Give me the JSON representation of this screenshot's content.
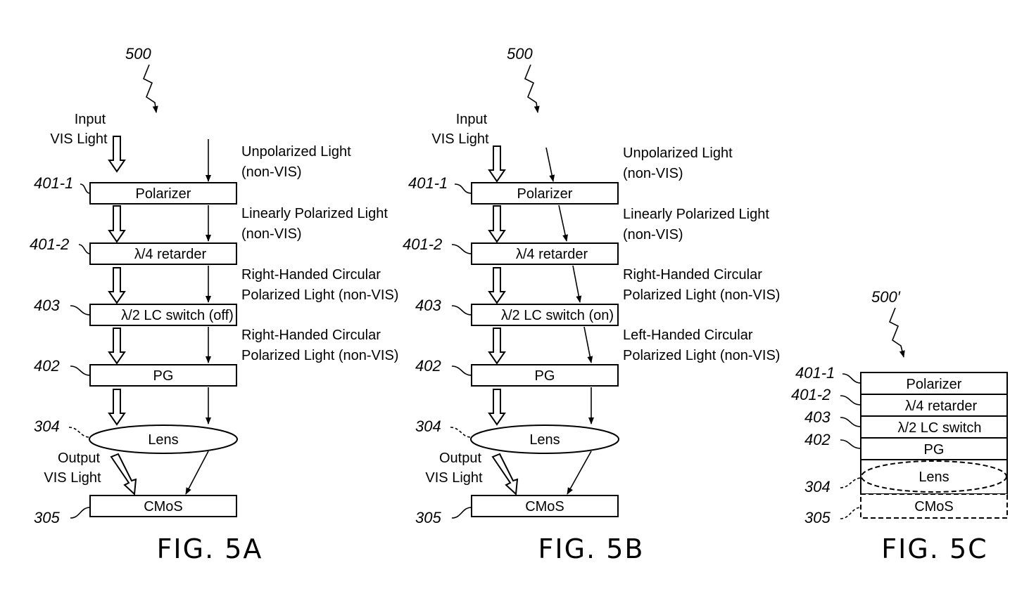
{
  "fig_a": {
    "caption": "FIG. 5A",
    "ref_number": "500",
    "input_label": [
      "Input",
      "VIS Light"
    ],
    "output_label": [
      "Output",
      "VIS Light"
    ],
    "layers": {
      "polarizer": {
        "ref": "401-1",
        "label": "Polarizer"
      },
      "retarder": {
        "ref": "401-2",
        "label": "λ/4 retarder"
      },
      "lc_switch": {
        "ref": "403",
        "label": "λ/2 LC switch (off)"
      },
      "pg": {
        "ref": "402",
        "label": "PG"
      },
      "lens": {
        "ref": "304",
        "label": "Lens"
      },
      "cmos": {
        "ref": "305",
        "label": "CMoS"
      }
    },
    "annotations": [
      [
        "Unpolarized Light",
        "(non-VIS)"
      ],
      [
        "Linearly Polarized Light",
        "(non-VIS)"
      ],
      [
        "Right-Handed Circular",
        "Polarized Light (non-VIS)"
      ],
      [
        "Right-Handed Circular",
        "Polarized Light (non-VIS)"
      ]
    ]
  },
  "fig_b": {
    "caption": "FIG. 5B",
    "ref_number": "500",
    "input_label": [
      "Input",
      "VIS Light"
    ],
    "output_label": [
      "Output",
      "VIS Light"
    ],
    "layers": {
      "polarizer": {
        "ref": "401-1",
        "label": "Polarizer"
      },
      "retarder": {
        "ref": "401-2",
        "label": "λ/4 retarder"
      },
      "lc_switch": {
        "ref": "403",
        "label": "λ/2 LC switch (on)"
      },
      "pg": {
        "ref": "402",
        "label": "PG"
      },
      "lens": {
        "ref": "304",
        "label": "Lens"
      },
      "cmos": {
        "ref": "305",
        "label": "CMoS"
      }
    },
    "annotations": [
      [
        "Unpolarized Light",
        "(non-VIS)"
      ],
      [
        "Linearly Polarized Light",
        "(non-VIS)"
      ],
      [
        "Right-Handed Circular",
        "Polarized Light (non-VIS)"
      ],
      [
        "Left-Handed Circular",
        "Polarized Light (non-VIS)"
      ]
    ]
  },
  "fig_c": {
    "caption": "FIG. 5C",
    "ref_number": "500′",
    "layers": {
      "polarizer": {
        "ref": "401-1",
        "label": "Polarizer"
      },
      "retarder": {
        "ref": "401-2",
        "label": "λ/4 retarder"
      },
      "lc_switch": {
        "ref": "403",
        "label": "λ/2 LC switch"
      },
      "pg": {
        "ref": "402",
        "label": "PG"
      },
      "lens": {
        "ref": "304",
        "label": "Lens"
      },
      "cmos": {
        "ref": "305",
        "label": "CMoS"
      }
    }
  }
}
